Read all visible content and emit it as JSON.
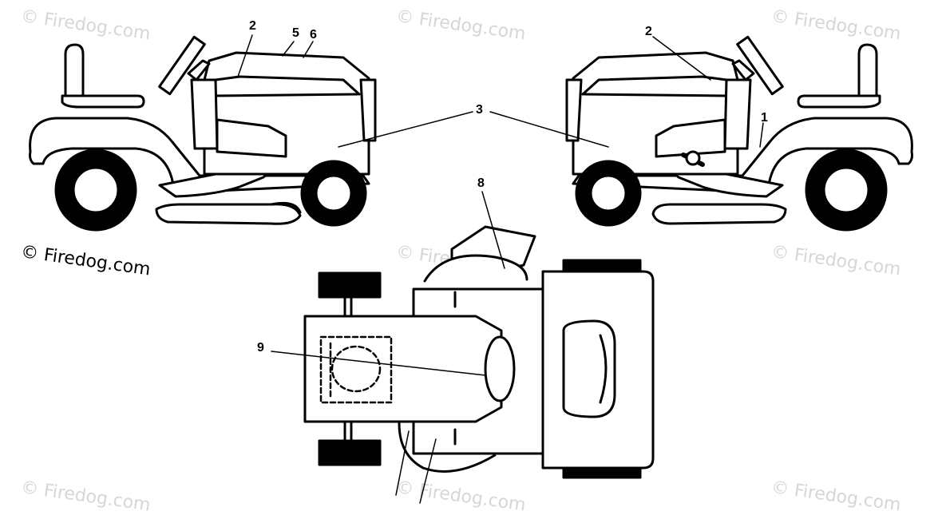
{
  "watermarks": {
    "faint": "© Firedog.com",
    "dark": "© Firedog.com"
  },
  "callouts": {
    "c1": "1",
    "c2_left": "2",
    "c2_right": "2",
    "c3": "3",
    "c5": "5",
    "c6": "6",
    "c8": "8",
    "c9": "9"
  },
  "colors": {
    "line": "#000000",
    "watermark": "#d6d6d6",
    "background": "#ffffff"
  }
}
